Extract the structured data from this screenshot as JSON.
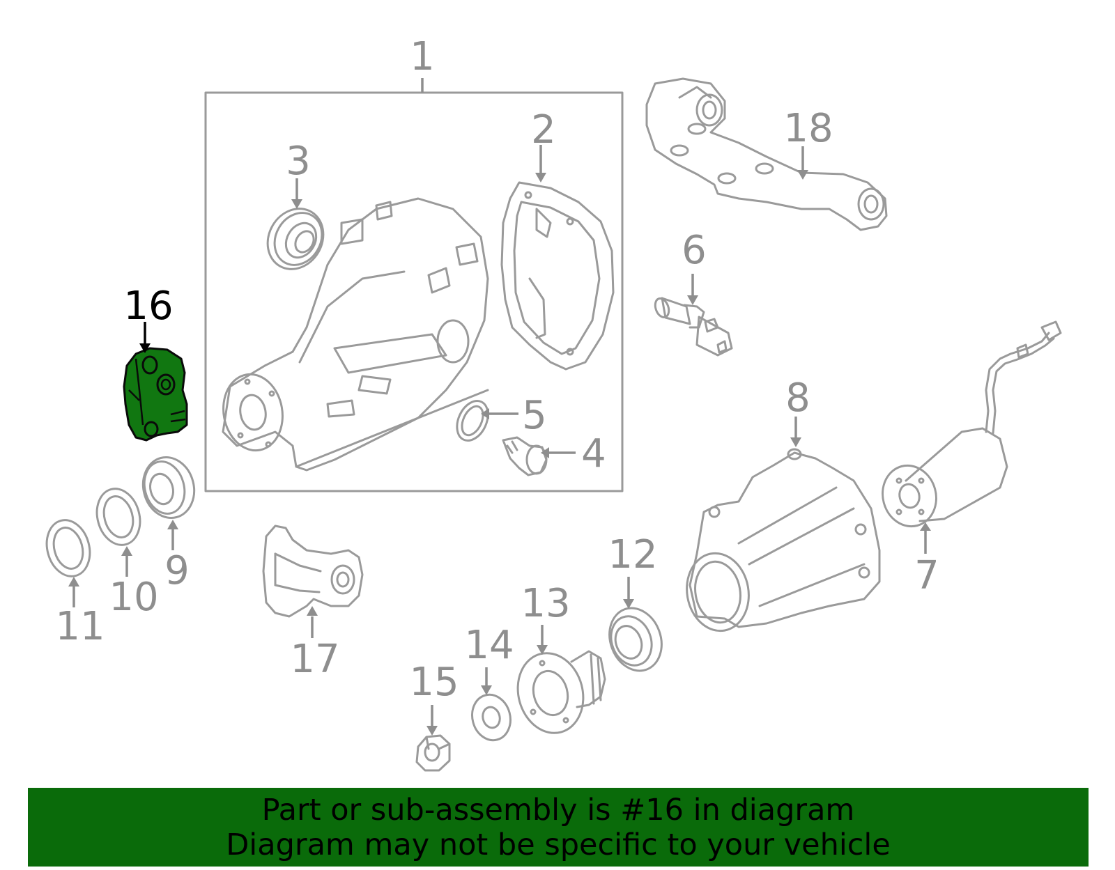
{
  "colors": {
    "highlight_part": "#117711",
    "banner_bg": "#0a6b0a",
    "line_gray": "#9a9a9a",
    "label_gray": "#8e8e8e",
    "label_highlight": "#000000"
  },
  "highlighted_part": "16",
  "labels": {
    "p1": "1",
    "p2": "2",
    "p3": "3",
    "p4": "4",
    "p5": "5",
    "p6": "6",
    "p7": "7",
    "p8": "8",
    "p9": "9",
    "p10": "10",
    "p11": "11",
    "p12": "12",
    "p13": "13",
    "p14": "14",
    "p15": "15",
    "p16": "16",
    "p17": "17",
    "p18": "18"
  },
  "banner": {
    "line1": "Part or sub-assembly is #16 in diagram",
    "line2": "Diagram may not be specific to your vehicle"
  }
}
